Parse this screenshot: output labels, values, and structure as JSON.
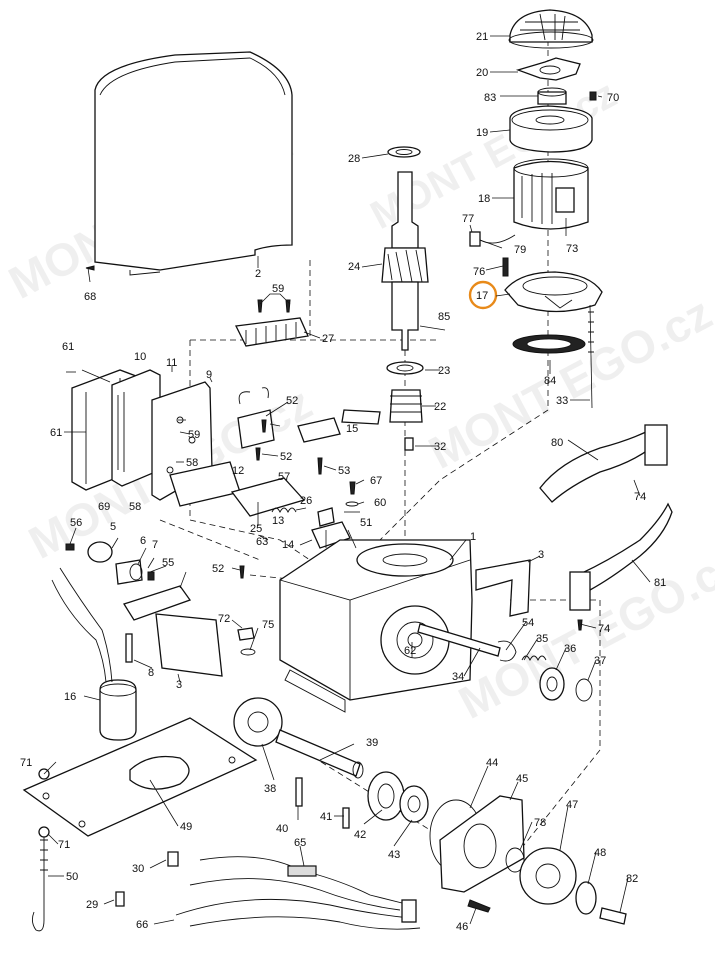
{
  "watermark": "MONT EGO.cz",
  "highlight_color": "#e88a1a",
  "highlighted_part": "17",
  "labels": {
    "p1": "1",
    "p2": "2",
    "p3a": "3",
    "p3b": "3",
    "p5": "5",
    "p6": "6",
    "p7": "7",
    "p8": "8",
    "p9": "9",
    "p10": "10",
    "p11": "11",
    "p12": "12",
    "p13": "13",
    "p14": "14",
    "p15": "15",
    "p16": "16",
    "p17": "17",
    "p18": "18",
    "p19": "19",
    "p20": "20",
    "p21": "21",
    "p22": "22",
    "p23": "23",
    "p24": "24",
    "p25": "25",
    "p26": "26",
    "p27": "27",
    "p28": "28",
    "p29": "29",
    "p30": "30",
    "p32": "32",
    "p33": "33",
    "p34": "34",
    "p35": "35",
    "p36": "36",
    "p37": "37",
    "p38": "38",
    "p39": "39",
    "p40": "40",
    "p41": "41",
    "p42": "42",
    "p43": "43",
    "p44": "44",
    "p45": "45",
    "p46": "46",
    "p47": "47",
    "p48": "48",
    "p49": "49",
    "p50": "50",
    "p51": "51",
    "p52a": "52",
    "p52b": "52",
    "p52c": "52",
    "p53": "53",
    "p54": "54",
    "p55": "55",
    "p56": "56",
    "p57": "57",
    "p58": "58",
    "p59a": "59",
    "p59b": "59",
    "p60": "60",
    "p61a": "61",
    "p61b": "61",
    "p62": "62",
    "p63": "63",
    "p65": "65",
    "p66": "66",
    "p67": "67",
    "p68": "68",
    "p69": "69",
    "p70": "70",
    "p71a": "71",
    "p71b": "71",
    "p72": "72",
    "p73": "73",
    "p74a": "74",
    "p74b": "74",
    "p75": "75",
    "p76": "76",
    "p77": "77",
    "p78": "78",
    "p79": "79",
    "p80": "80",
    "p81": "81",
    "p82": "82",
    "p83": "83",
    "p84": "84",
    "p85": "85"
  }
}
